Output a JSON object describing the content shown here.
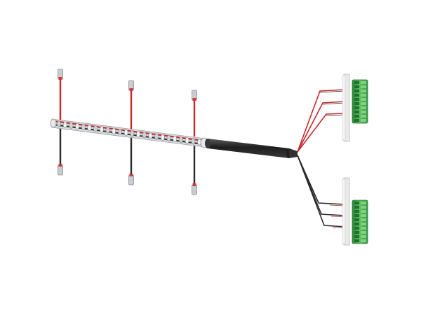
{
  "diagram": {
    "background": "#ffffff",
    "colors": {
      "red_wire": "#c8282d",
      "black_wire": "#2a2a2a",
      "trunk": "#2b2b2b",
      "plug_silver": "#c9cdd2",
      "plug_red": "#d23a3a",
      "terminal_green": "#4caf50",
      "bracket": "#e4e4e4"
    },
    "drops": 3,
    "branches": 3,
    "terminal_blocks": 2,
    "terminal_pins": 10
  }
}
